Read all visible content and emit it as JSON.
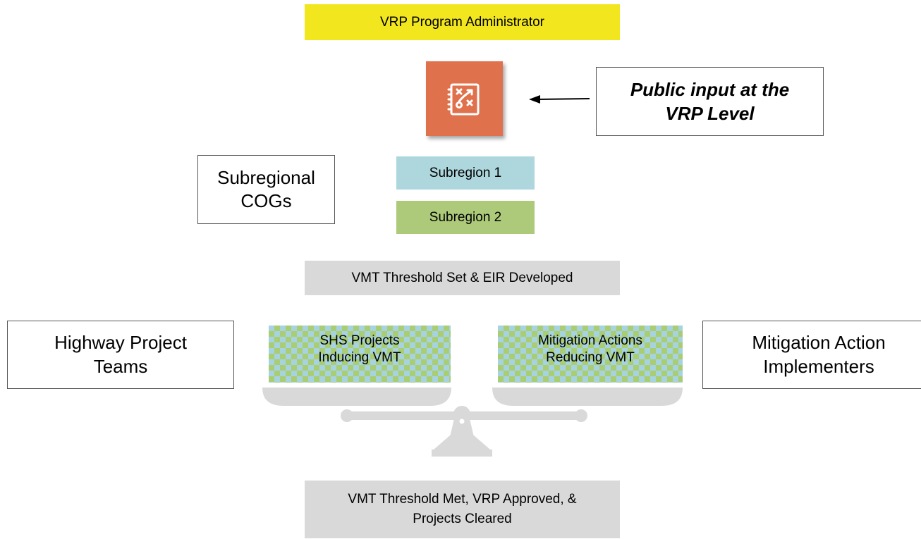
{
  "admin_label": "VRP Program Administrator",
  "public_input": {
    "line1": "Public input at the",
    "line2": "VRP Level"
  },
  "subregional": {
    "line1": "Subregional",
    "line2": "COGs"
  },
  "subregion1": "Subregion 1",
  "subregion2": "Subregion 2",
  "threshold_label": "VMT Threshold Set & EIR Developed",
  "highway_teams": {
    "line1": "Highway Project",
    "line2": "Teams"
  },
  "shs_projects": {
    "line1": "SHS Projects",
    "line2": "Inducing VMT"
  },
  "mitigation_actions": {
    "line1": "Mitigation Actions",
    "line2": "Reducing VMT"
  },
  "implementers": {
    "line1": "Mitigation Action",
    "line2": "Implementers"
  },
  "final": {
    "line1": "VMT Threshold Met, VRP Approved, &",
    "line2": "Projects Cleared"
  },
  "colors": {
    "admin_bg": "#f2e71e",
    "icon_bg": "#e0714d",
    "subregion1_bg": "#add7dd",
    "subregion2_bg": "#acca7a",
    "gray_box": "#d9d9d9",
    "scale_gray": "#d9d9d9"
  },
  "icons": {
    "vrp_plan": "strategy-plan-icon",
    "balance": "scale-icon"
  }
}
